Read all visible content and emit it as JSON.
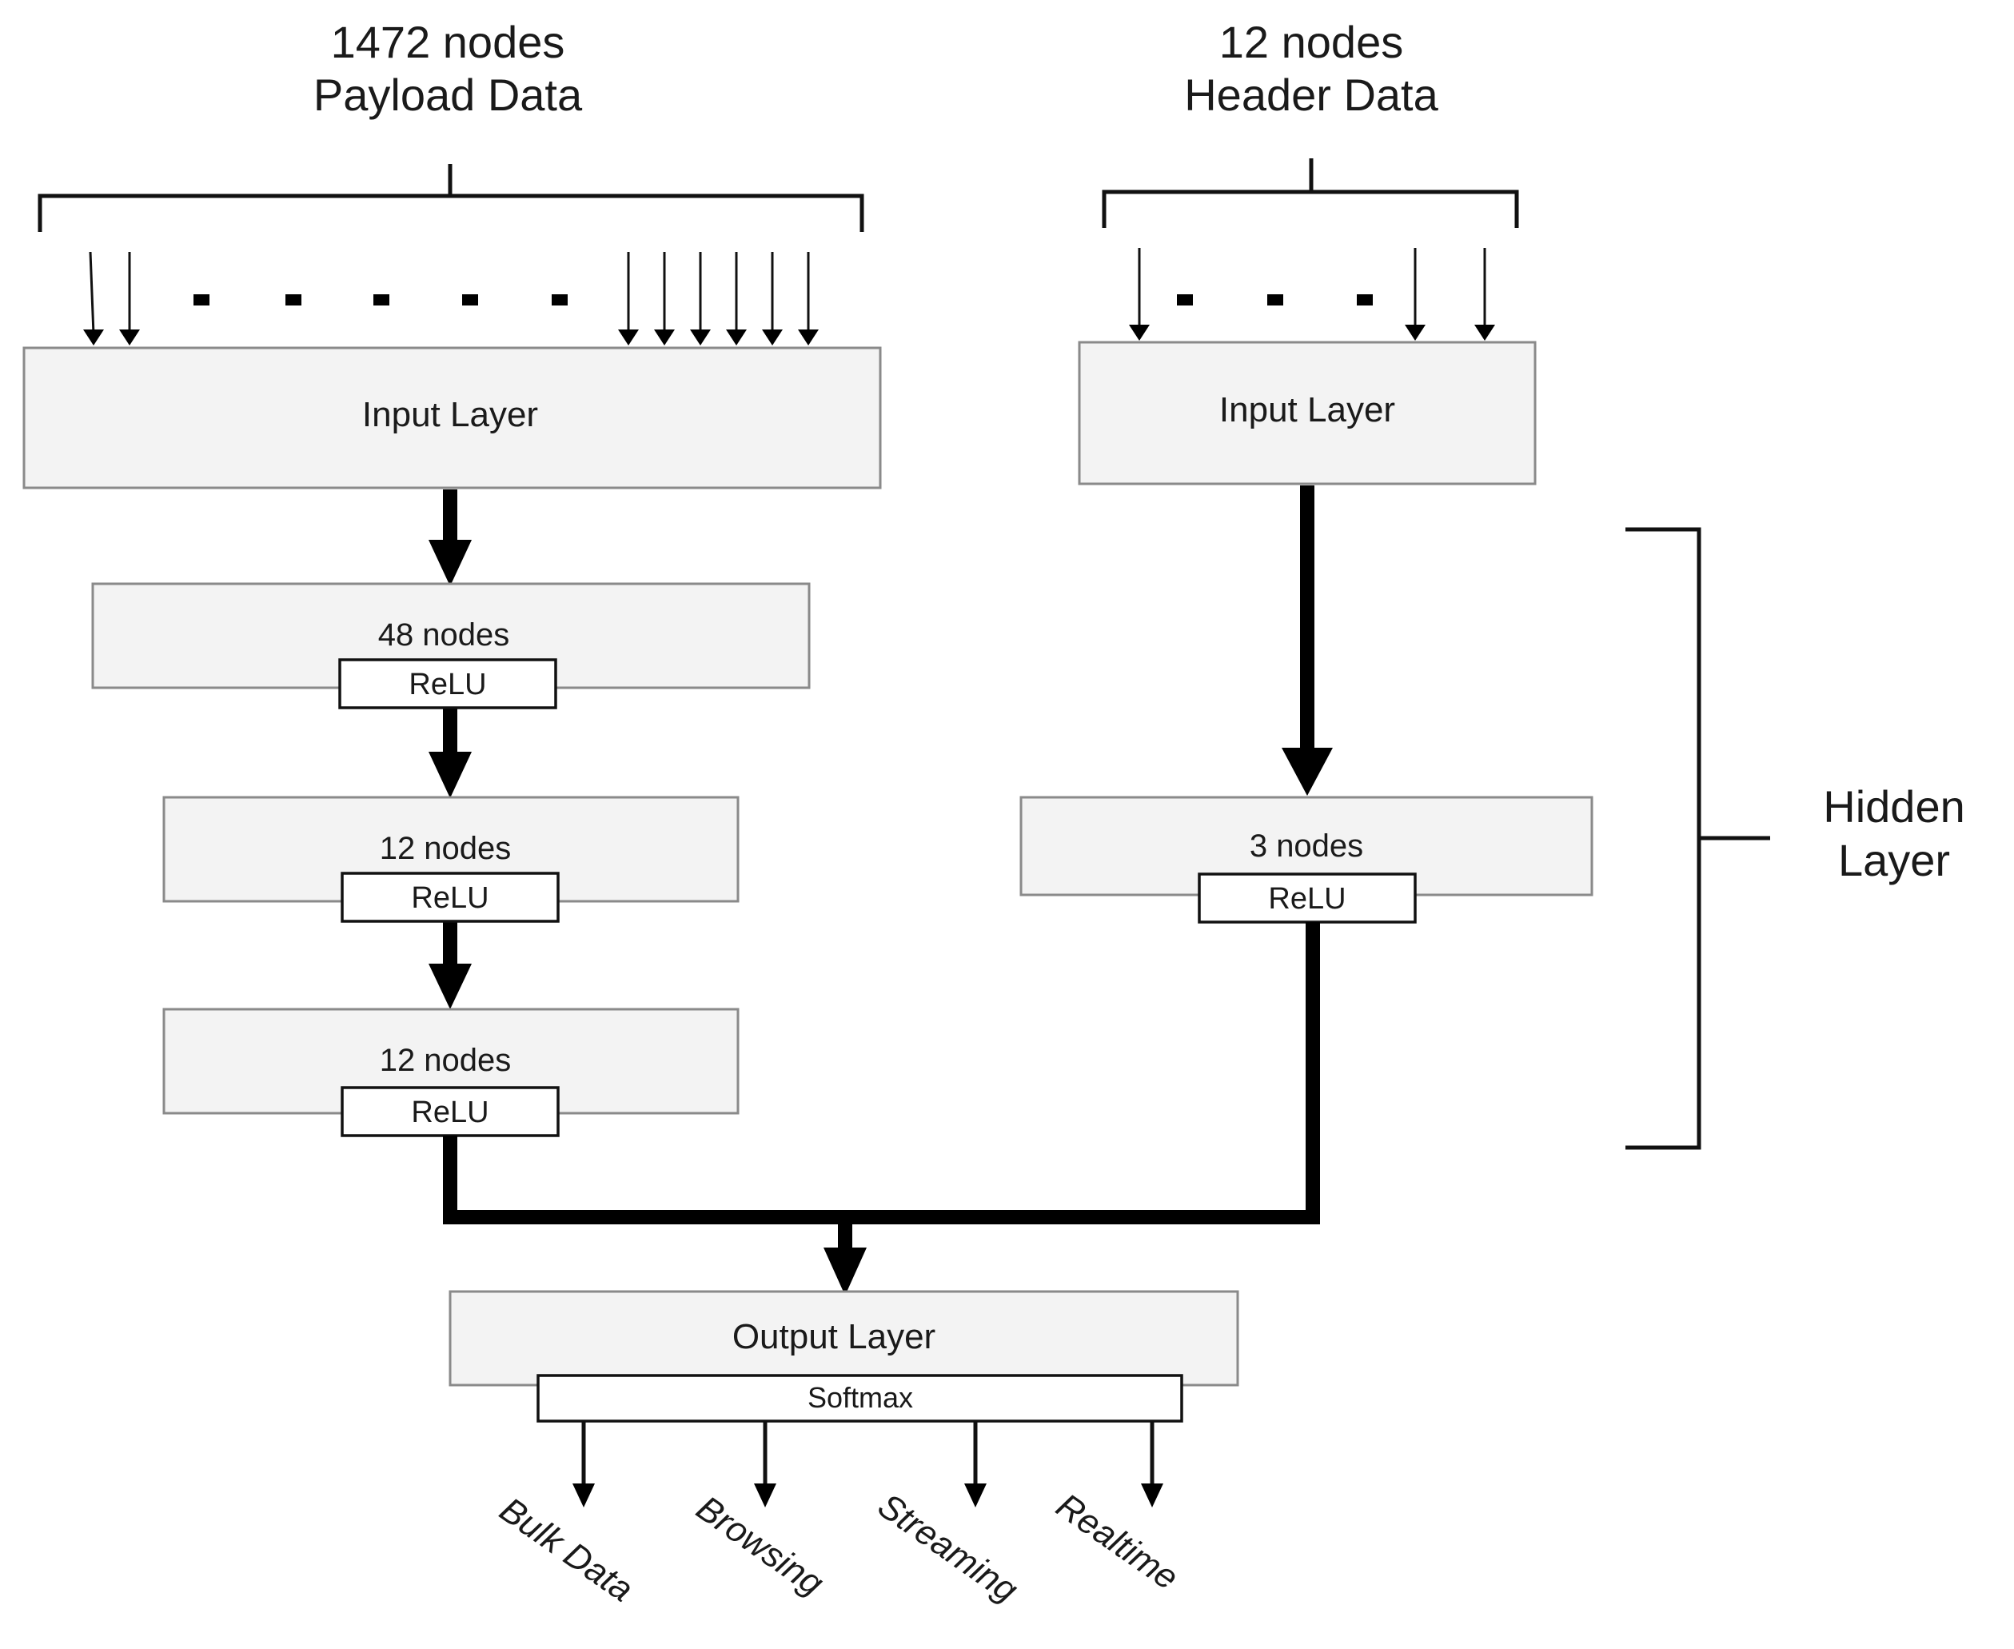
{
  "payload": {
    "count_label": "1472 nodes",
    "name_label": "Payload Data",
    "input_layer": "Input Layer",
    "hidden_layers": [
      {
        "nodes": "48 nodes",
        "activation": "ReLU"
      },
      {
        "nodes": "12 nodes",
        "activation": "ReLU"
      },
      {
        "nodes": "12 nodes",
        "activation": "ReLU"
      }
    ]
  },
  "header": {
    "count_label": "12 nodes",
    "name_label": "Header Data",
    "input_layer": "Input Layer",
    "hidden_layers": [
      {
        "nodes": "3 nodes",
        "activation": "ReLU"
      }
    ]
  },
  "hidden_bracket": {
    "line1": "Hidden",
    "line2": "Layer"
  },
  "output": {
    "layer": "Output Layer",
    "activation": "Softmax",
    "classes": [
      "Bulk Data",
      "Browsing",
      "Streaming",
      "Realtime"
    ]
  }
}
